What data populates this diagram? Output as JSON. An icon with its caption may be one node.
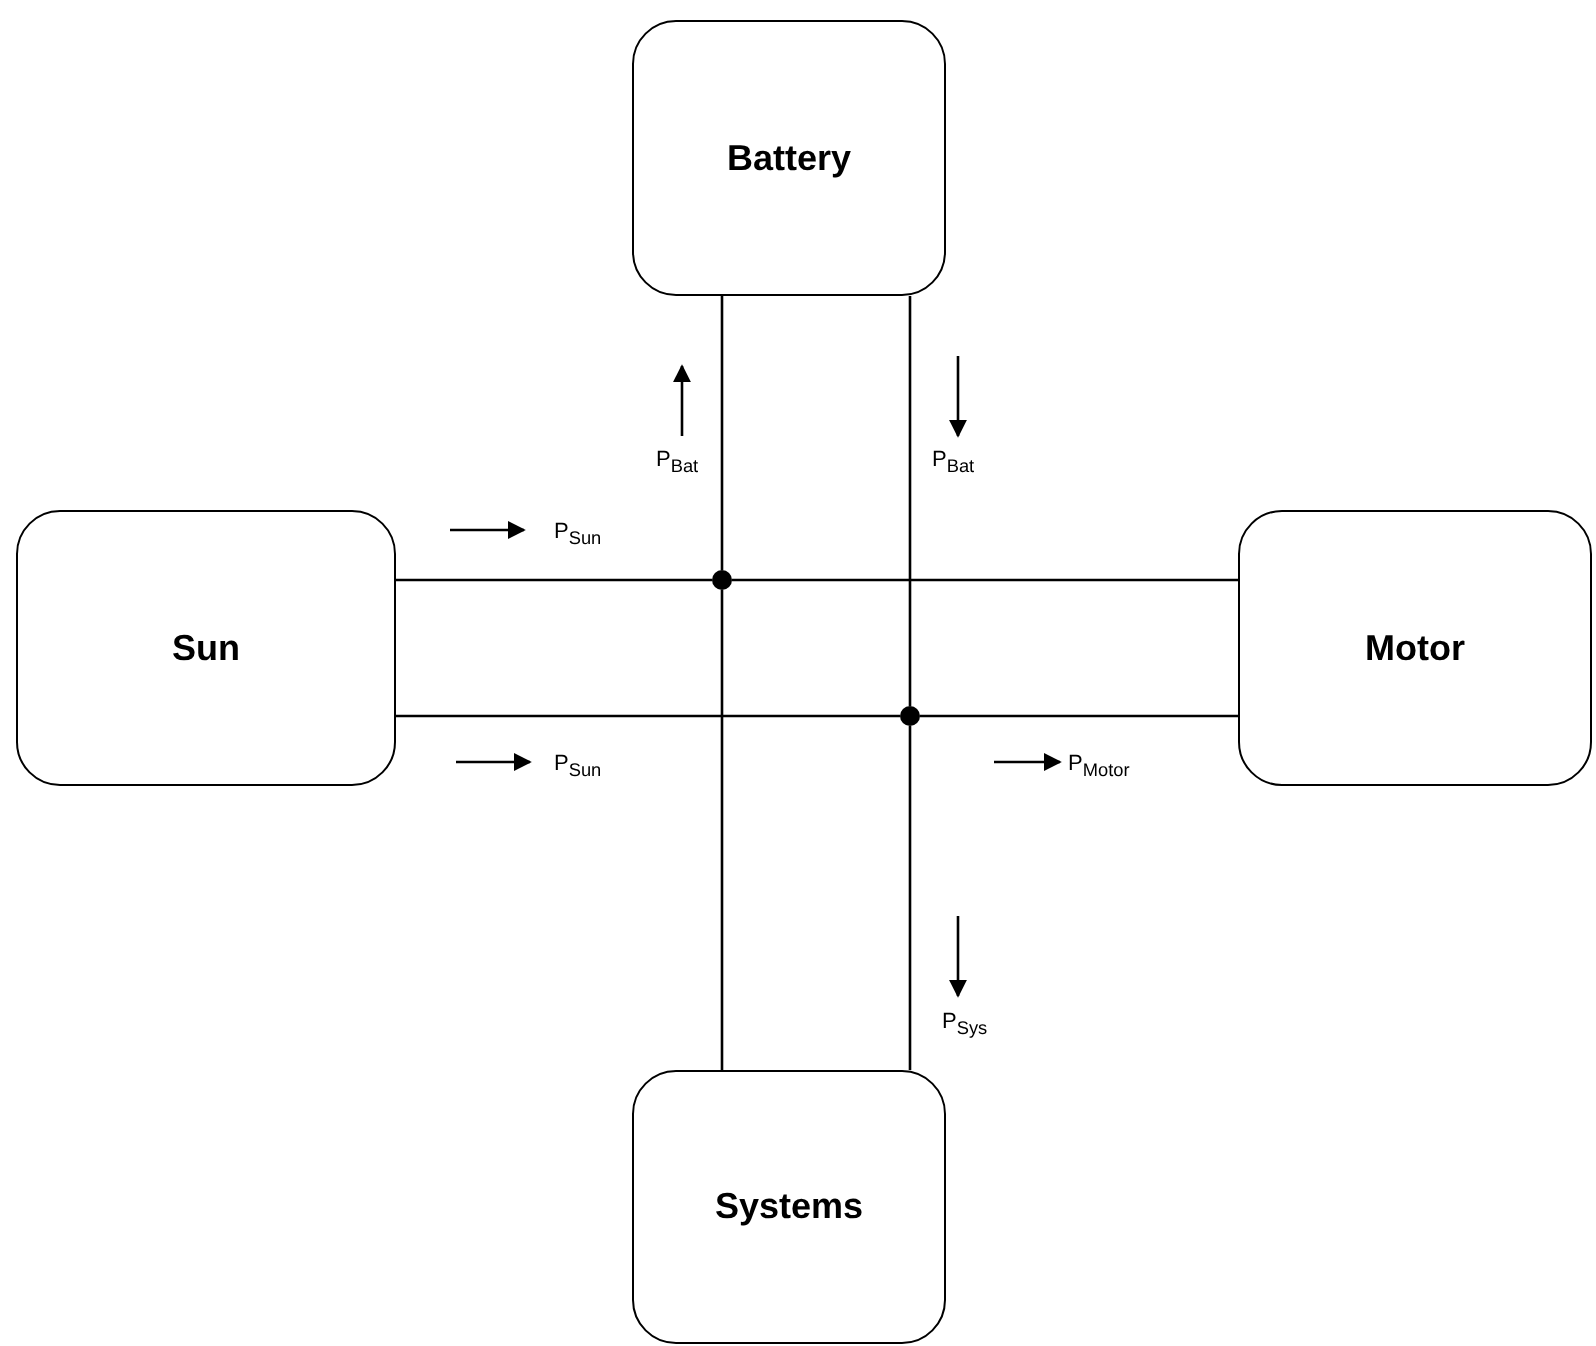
{
  "diagram": {
    "nodes": [
      {
        "text": [
          "Battery"
        ]
      },
      {
        "text": [
          "Sun"
        ]
      },
      {
        "text": [
          "Motor"
        ]
      },
      {
        "text": [
          "Systems"
        ]
      },
      {
        "text": [],
        "shape": "circle"
      },
      {
        "text": [],
        "shape": "circle"
      }
    ],
    "edges": [
      {
        "from": 1,
        "to": 4,
        "arrow": "none"
      },
      {
        "from": 4,
        "to": 2,
        "arrow": "none"
      },
      {
        "from": 0,
        "to": 4,
        "arrow": "none"
      },
      {
        "from": 4,
        "to": 3,
        "arrow": "none"
      },
      {
        "from": 1,
        "to": 5,
        "arrow": "none"
      },
      {
        "from": 5,
        "to": 2,
        "arrow": "none"
      },
      {
        "from": 0,
        "to": 5,
        "arrow": "none"
      },
      {
        "from": 5,
        "to": 3,
        "arrow": "none"
      }
    ],
    "labels": [
      "P$_{Bat}$",
      "P$_{Bat}$",
      "P$_{Sun}$",
      "P$_{Sun}$",
      "P$_{Motor}$",
      "P$_{Sys}$"
    ]
  }
}
